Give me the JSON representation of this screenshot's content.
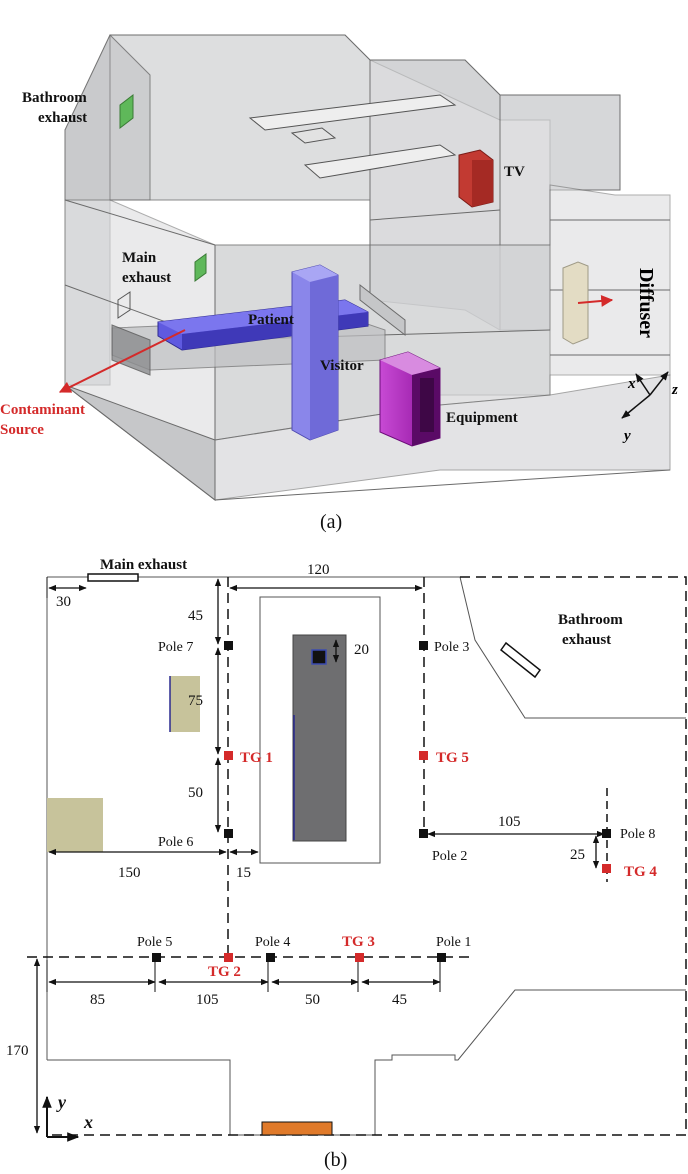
{
  "panel_a": {
    "caption": "(a)",
    "labels": {
      "bathroom_exhaust_line1": "Bathroom",
      "bathroom_exhaust_line2": "exhaust",
      "main_exhaust_line1": "Main",
      "main_exhaust_line2": "exhaust",
      "patient": "Patient",
      "visitor": "Visitor",
      "tv": "TV",
      "equipment": "Equipment",
      "diffuser": "Diffuser",
      "contaminant_line1": "Contaminant",
      "contaminant_line2": "Source"
    },
    "axes": {
      "x": "x",
      "y": "y",
      "z": "z"
    },
    "colors": {
      "room_fill": "#d9dadc",
      "room_edge": "#6b6b6b",
      "patient": "#4a44c8",
      "visitor": "#8a86ea",
      "equipment": "#b018c0",
      "tv": "#c23a32",
      "exhaust": "#5fb85a",
      "diffuser": "#e3dcc4",
      "arrow": "#d42a2a"
    }
  },
  "panel_b": {
    "caption": "(b)",
    "labels": {
      "main_exhaust": "Main exhaust",
      "bathroom_exhaust_line1": "Bathroom",
      "bathroom_exhaust_line2": "exhaust"
    },
    "dimensions": {
      "d30": "30",
      "d120": "120",
      "d45_top": "45",
      "d20": "20",
      "d75": "75",
      "d50_left": "50",
      "d150": "150",
      "d15": "15",
      "d105_right": "105",
      "d25": "25",
      "d85": "85",
      "d105_bottom": "105",
      "d50_bottom": "50",
      "d45_bottom": "45",
      "d170": "170"
    },
    "poles": {
      "pole1": "Pole 1",
      "pole2": "Pole 2",
      "pole3": "Pole 3",
      "pole4": "Pole 4",
      "pole5": "Pole 5",
      "pole6": "Pole 6",
      "pole7": "Pole 7",
      "pole8": "Pole 8"
    },
    "test_groups": {
      "tg1": "TG 1",
      "tg2": "TG 2",
      "tg3": "TG 3",
      "tg4": "TG 4",
      "tg5": "TG 5"
    },
    "axes": {
      "x": "x",
      "y": "y"
    },
    "colors": {
      "bed": "#6e6e70",
      "furniture": "#c7c39b",
      "door_block": "#e07a2a",
      "tg": "#d42a2a",
      "pole": "#111111"
    }
  }
}
